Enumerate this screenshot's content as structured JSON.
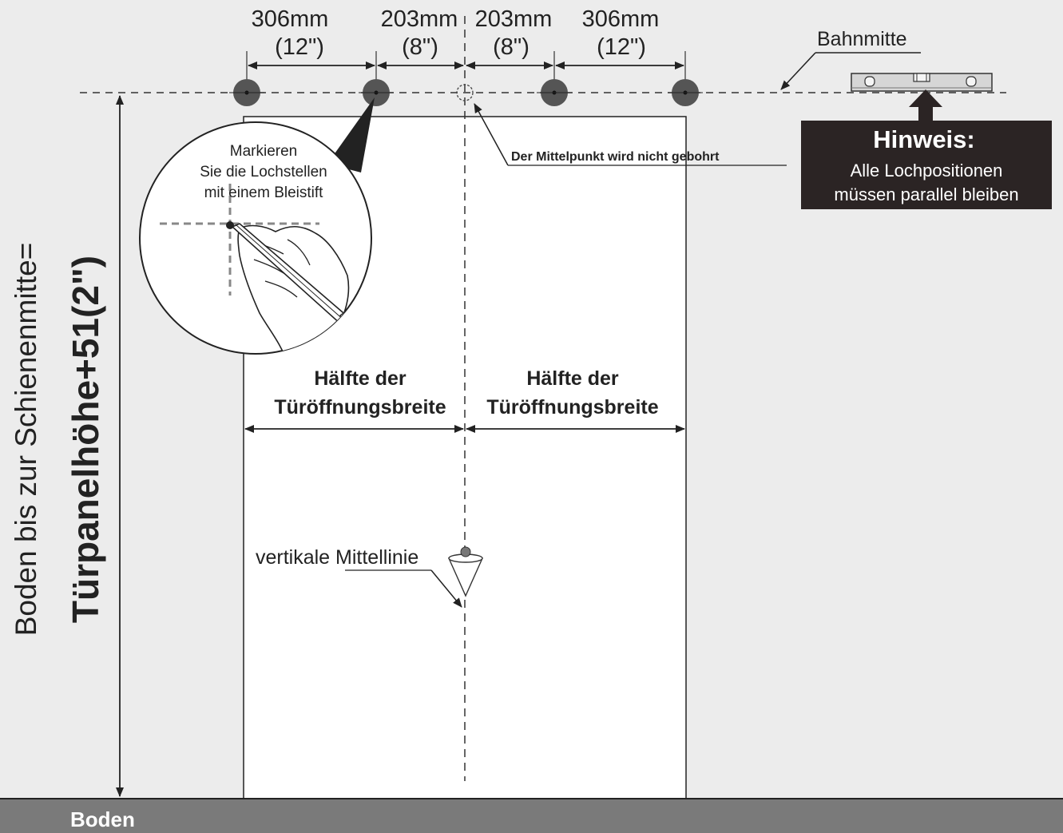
{
  "dimensions": [
    {
      "value": "306mm",
      "inch": "(12\")"
    },
    {
      "value": "203mm",
      "inch": "(8\")"
    },
    {
      "value": "203mm",
      "inch": "(8\")"
    },
    {
      "value": "306mm",
      "inch": "(12\")"
    }
  ],
  "labels": {
    "track_center": "Bahnmitte",
    "center_not_drilled": "Der Mittelpunkt wird nicht gebohrt",
    "vertical_center_line": "vertikale Mittellinie",
    "floor": "Boden"
  },
  "callout": {
    "line1": "Markieren",
    "line2": "Sie die Lochstellen",
    "line3": "mit einem Bleistift"
  },
  "note": {
    "title": "Hinweis:",
    "line1": "Alle Lochpositionen",
    "line2": "müssen parallel bleiben"
  },
  "half_width": {
    "left_line1": "Hälfte der",
    "left_line2": "Türöffnungsbreite",
    "right_line1": "Hälfte der",
    "right_line2": "Türöffnungsbreite"
  },
  "height_label": {
    "line1": "Boden bis zur Schienenmitte=",
    "line2": "Türpanelhöhe+51(2\")"
  },
  "colors": {
    "background": "#ececec",
    "floor": "#7a7a7a",
    "hole": "#555555",
    "note_box": "#2b2424",
    "line": "#222222"
  }
}
